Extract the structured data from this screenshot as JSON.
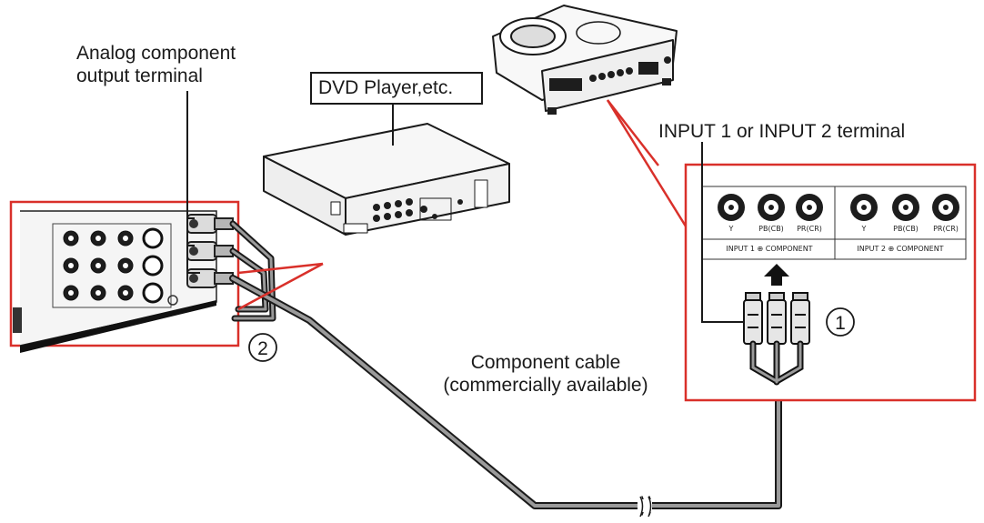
{
  "labels": {
    "analog_component": [
      "Analog component",
      "output terminal"
    ],
    "dvd_player": "DVD Player,etc.",
    "input_terminal": "INPUT 1 or INPUT 2 terminal",
    "component_cable": [
      "Component cable",
      "(commercially available)"
    ]
  },
  "steps": {
    "step_1": "1",
    "step_2": "2"
  },
  "panel": {
    "jacks_1": [
      "Y",
      "PB(CB)",
      "PR(CR)"
    ],
    "jacks_2": [
      "Y",
      "PB(CB)",
      "PR(CR)"
    ],
    "group_1": "INPUT 1 ⊕ COMPONENT",
    "group_2": "INPUT 2 ⊕ COMPONENT"
  },
  "colors": {
    "callout": "#d9302a",
    "line": "#1a1a1a",
    "cable": "#8c8c8c"
  }
}
